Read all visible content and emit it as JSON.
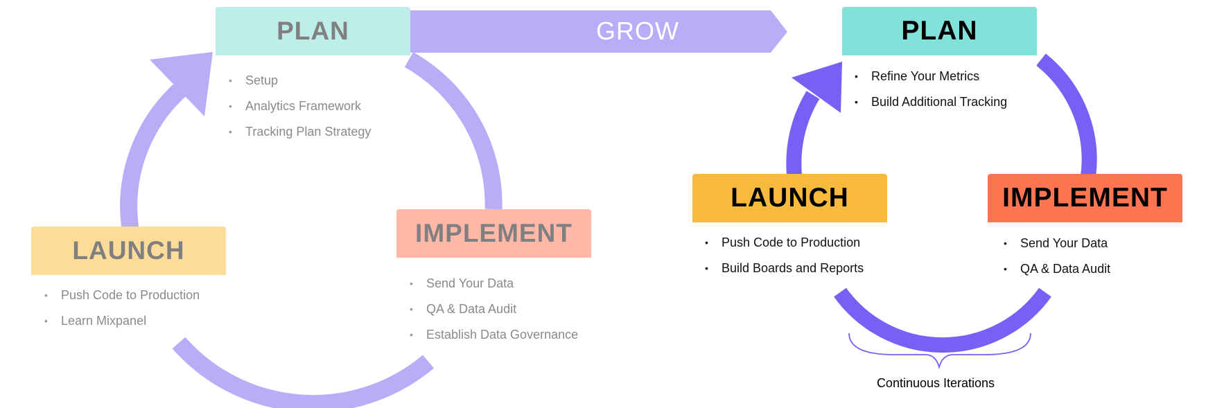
{
  "colors": {
    "arrow_light": "#b8aef8",
    "arrow_dark": "#7a5ff5",
    "plan_light": "#bdeeea",
    "implement_light": "#ffb8a8",
    "launch_light": "#fcdc98",
    "plan_dark": "#82e2d9",
    "implement_dark": "#ff7552",
    "launch_dark": "#f8ba3d",
    "brace": "#7a5ff5"
  },
  "grow_arrow": {
    "label": "GROW"
  },
  "cycle1": {
    "plan": {
      "title": "PLAN",
      "items": [
        "Setup",
        "Analytics Framework",
        "Tracking Plan Strategy"
      ]
    },
    "implement": {
      "title": "IMPLEMENT",
      "items": [
        "Send Your Data",
        "QA & Data Audit",
        "Establish Data Governance"
      ]
    },
    "launch": {
      "title": "LAUNCH",
      "items": [
        "Push Code to Production",
        "Learn Mixpanel"
      ]
    }
  },
  "cycle2": {
    "plan": {
      "title": "PLAN",
      "items": [
        "Refine Your Metrics",
        "Build Additional Tracking"
      ]
    },
    "implement": {
      "title": "IMPLEMENT",
      "items": [
        "Send Your Data",
        "QA & Data Audit"
      ]
    },
    "launch": {
      "title": "LAUNCH",
      "items": [
        "Push Code to Production",
        "Build Boards and Reports"
      ]
    },
    "brace_label": "Continuous Iterations"
  }
}
